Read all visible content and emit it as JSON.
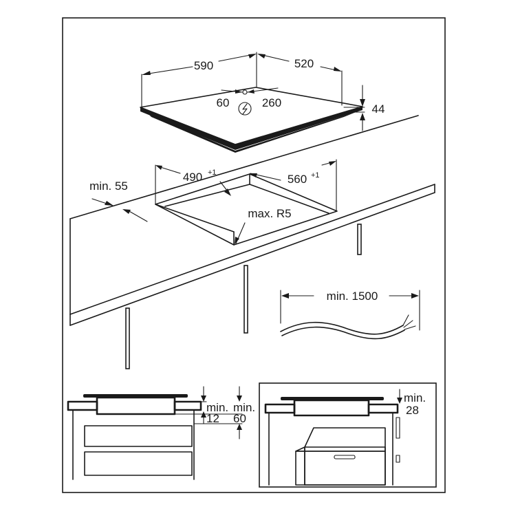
{
  "hob": {
    "width": "590",
    "depth": "520",
    "height": "44",
    "cable_left": "60",
    "cable_right": "260"
  },
  "cutout": {
    "width": "490",
    "width_tolerance": "+1",
    "depth": "560",
    "depth_tolerance": "+1",
    "edge_distance": "min. 55",
    "corner_radius": "max. R5"
  },
  "cable": {
    "length": "min. 1500"
  },
  "side_view_drawers": {
    "gap_top_label": "min.",
    "gap_top_value": "12",
    "gap_bottom_label": "min.",
    "gap_bottom_value": "60"
  },
  "side_view_oven": {
    "gap_label": "min.",
    "gap_value": "28"
  },
  "icons": {
    "electric_connection": "lightning-bolt-in-circle"
  }
}
